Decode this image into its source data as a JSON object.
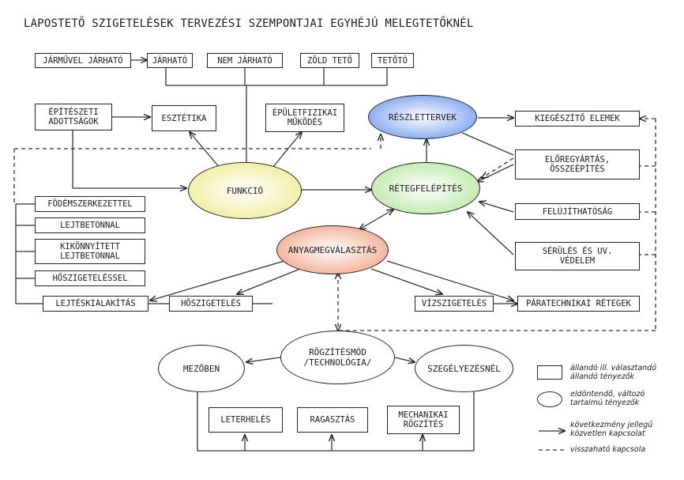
{
  "title": "LAPOSTETŐ SZIGETELÉSEK TERVEZÉSI SZEMPONTJAI EGYHÉJÚ MELEGTETŐKNÉL",
  "top_boxes": [
    "JÁRMŰVEL JÁRHATÓ",
    "JÁRHATÓ",
    "NEM JÁRHATÓ",
    "ZÖLD TETŐ",
    "TETŐTÓ"
  ],
  "boxes": {
    "epiteszeti": "ÉPÍTÉSZETI\nADOTTSÁGOK",
    "esztetika": "ESZTÉTIKA",
    "epuletfizikai": "ÉPÜLETFIZIKAI\nMŰKÖDÉS",
    "kiegeszito": "KIEGÉSZÍTŐ ELEMEK",
    "eloregyartas": "ELŐREGYÁRTÁS,\nÖSSZEÉPÍTÉS",
    "felujithatosag": "FELÚJÍTHATÓSÁG",
    "serules": "SÉRÜLÉS ÉS UV.\nVÉDELEM",
    "fodem": "FÖDÉMSZERKEZETTEL",
    "lejtbetonnal": "LEJTBETONNAL",
    "kikonnyitett": "KIKÖNNYÍTETT\nLEJTBETONNAL",
    "hoszigetelessel": "HŐSZIGETELÉSSEL",
    "lejteskialakitas": "LEJTÉSKIALAKÍTÁS",
    "hoszigeteles": "HŐSZIGETELÉS",
    "vizszigeteles": "VÍZSZIGETELÉS",
    "paratechnikai": "PÁRATECHNIKAI RÉTEGEK",
    "leterheles": "LETERHELÉS",
    "ragasztas": "RAGASZTÁS",
    "mechanikai": "MECHANIKAI\nRÖGZÍTÉS"
  },
  "ovals": {
    "reszlettervek": "RÉSZLETTERVEK",
    "funkcio": "FUNKCIÓ",
    "retegfelepites": "RÉTEGFELÉPÍTÉS",
    "anyagmegvalasztas": "ANYAGMEGVÁLASZTÁS",
    "rogzitesmod": "RÖGZÍTÉSMÓD\n/TECHNOLÓGIA/",
    "mezoben": "MEZŐBEN",
    "szegelyezesnel": "SZEGÉLYEZÉSNÉL"
  },
  "oval_colors": {
    "reszlettervek": "#8fb0f2",
    "funkcio": "#f1efa8",
    "retegfelepites": "#c6ecb4",
    "anyagmegvalasztas": "#f5b79f"
  },
  "legend": {
    "box": "állandó ill. választandó\nállandó tényezők",
    "oval": "eldöntendő, változó\ntartalmú tényezők",
    "solid": "következmény jellegű\nközvetlen kapcsolat",
    "dashed": "visszaható kapcsola"
  }
}
